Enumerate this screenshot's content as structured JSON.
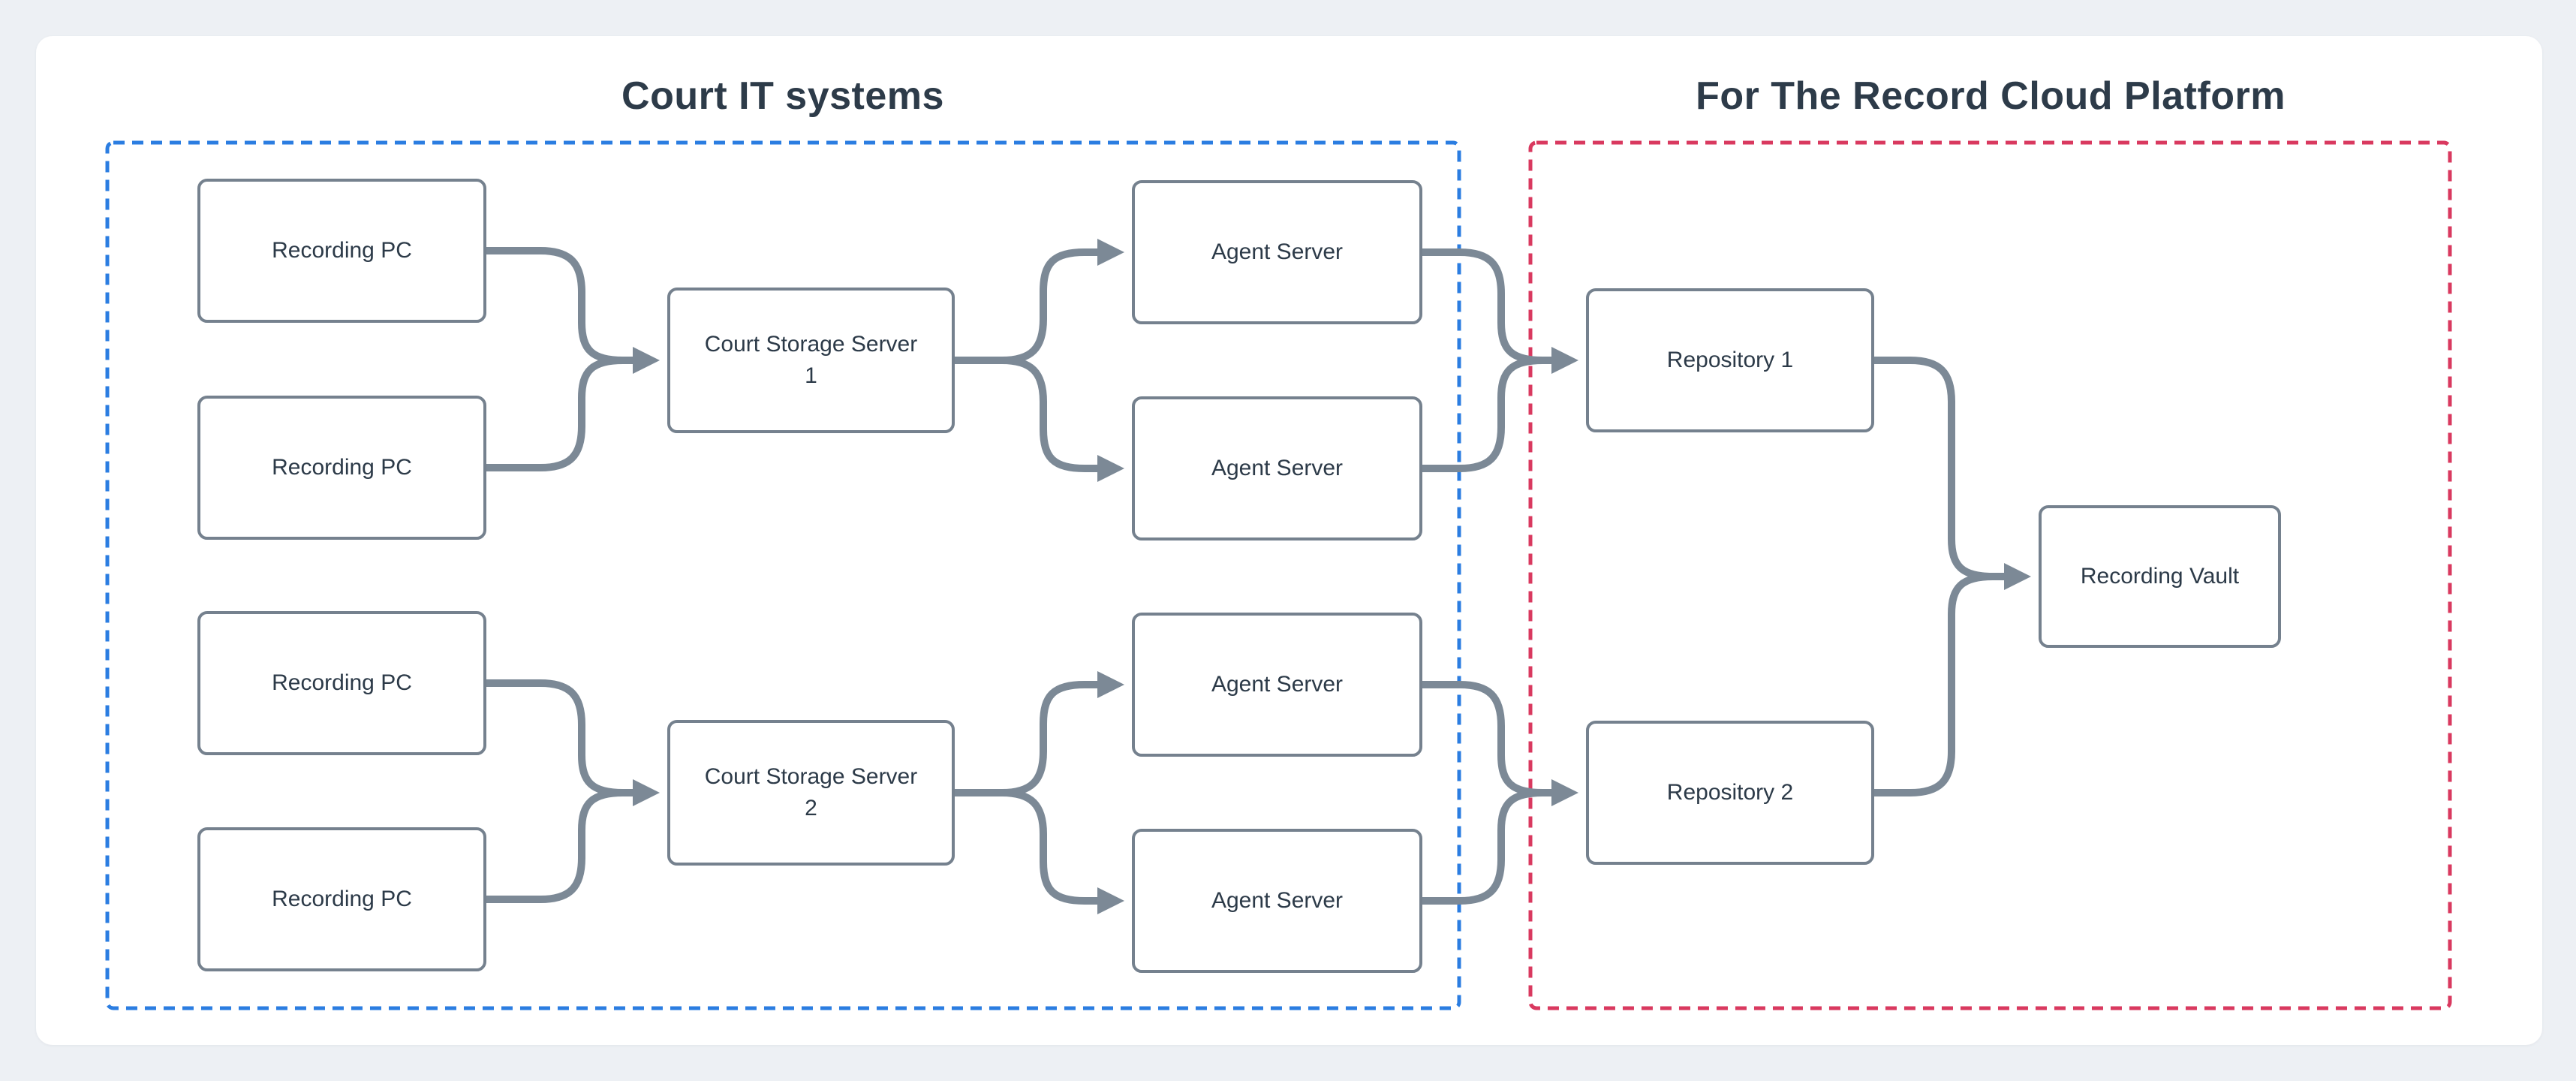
{
  "diagram": {
    "groups": [
      {
        "id": "court",
        "title": "Court IT systems",
        "border_color": "#2b7de1"
      },
      {
        "id": "ftr",
        "title": "For The Record Cloud Platform",
        "border_color": "#d9395f"
      }
    ],
    "nodes": [
      {
        "id": "pc1",
        "label": "Recording PC",
        "group": "court"
      },
      {
        "id": "pc2",
        "label": "Recording PC",
        "group": "court"
      },
      {
        "id": "pc3",
        "label": "Recording PC",
        "group": "court"
      },
      {
        "id": "pc4",
        "label": "Recording PC",
        "group": "court"
      },
      {
        "id": "ss1",
        "label": "Court Storage Server 1",
        "lines": [
          "Court Storage Server",
          "1"
        ],
        "group": "court"
      },
      {
        "id": "ss2",
        "label": "Court Storage Server 2",
        "lines": [
          "Court Storage Server",
          "2"
        ],
        "group": "court"
      },
      {
        "id": "as1",
        "label": "Agent Server",
        "group": "court"
      },
      {
        "id": "as2",
        "label": "Agent Server",
        "group": "court"
      },
      {
        "id": "as3",
        "label": "Agent Server",
        "group": "court"
      },
      {
        "id": "as4",
        "label": "Agent Server",
        "group": "court"
      },
      {
        "id": "r1",
        "label": "Repository 1",
        "group": "ftr"
      },
      {
        "id": "r2",
        "label": "Repository 2",
        "group": "ftr"
      },
      {
        "id": "vault",
        "label": "Recording Vault",
        "group": "ftr"
      }
    ],
    "edges": [
      {
        "from": "pc1",
        "to": "ss1"
      },
      {
        "from": "pc2",
        "to": "ss1"
      },
      {
        "from": "pc3",
        "to": "ss2"
      },
      {
        "from": "pc4",
        "to": "ss2"
      },
      {
        "from": "ss1",
        "to": "as1"
      },
      {
        "from": "ss1",
        "to": "as2"
      },
      {
        "from": "ss2",
        "to": "as3"
      },
      {
        "from": "ss2",
        "to": "as4"
      },
      {
        "from": "as1",
        "to": "r1"
      },
      {
        "from": "as2",
        "to": "r1"
      },
      {
        "from": "as3",
        "to": "r2"
      },
      {
        "from": "as4",
        "to": "r2"
      },
      {
        "from": "r1",
        "to": "vault"
      },
      {
        "from": "r2",
        "to": "vault"
      }
    ],
    "colors": {
      "page_background": "#edf0f4",
      "card_background": "#ffffff",
      "node_border": "#75818e",
      "node_text": "#2c3a48",
      "connector": "#7c8996",
      "court_group_dash": "#2b7de1",
      "ftr_group_dash": "#d9395f",
      "title_text": "#2d3b49"
    }
  }
}
